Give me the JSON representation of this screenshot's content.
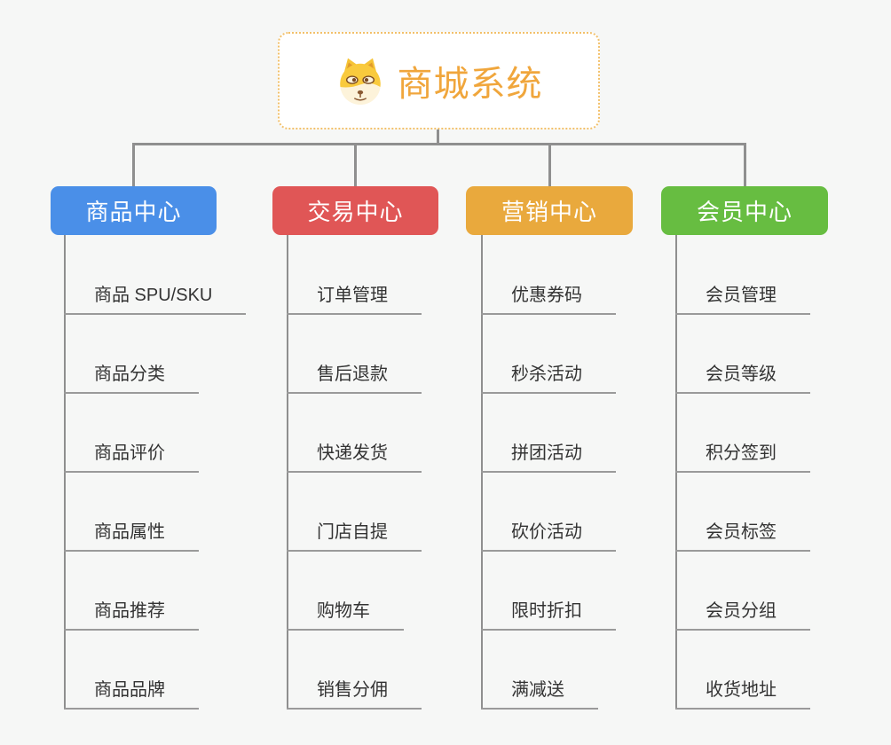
{
  "root": {
    "title": "商城系统",
    "icon": "dog-face-icon"
  },
  "colors": {
    "background": "#f6f7f6",
    "root_border": "#f2c06a",
    "root_text": "#f0a63c",
    "connector": "#8f8f8f",
    "leaf_text": "#333333",
    "leaf_underline": "#9a9a9a"
  },
  "branches": [
    {
      "label": "商品中心",
      "color": "#4a8fe8",
      "items": [
        "商品 SPU/SKU",
        "商品分类",
        "商品评价",
        "商品属性",
        "商品推荐",
        "商品品牌"
      ]
    },
    {
      "label": "交易中心",
      "color": "#e05656",
      "items": [
        "订单管理",
        "售后退款",
        "快递发货",
        "门店自提",
        "购物车",
        "销售分佣"
      ]
    },
    {
      "label": "营销中心",
      "color": "#e9a93d",
      "items": [
        "优惠券码",
        "秒杀活动",
        "拼团活动",
        "砍价活动",
        "限时折扣",
        "满减送"
      ]
    },
    {
      "label": "会员中心",
      "color": "#67bd41",
      "items": [
        "会员管理",
        "会员等级",
        "积分签到",
        "会员标签",
        "会员分组",
        "收货地址"
      ]
    }
  ]
}
